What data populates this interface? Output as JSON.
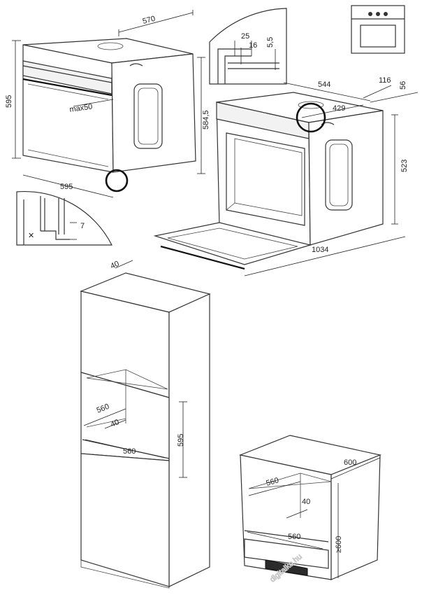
{
  "dimensions": {
    "oven_top_depth": "570",
    "oven_height": "595",
    "oven_width": "595",
    "oven_side_height": "584,5",
    "gap_max": "max50",
    "detail_25": "25",
    "detail_16": "16",
    "detail_5_5": "5,5",
    "detail_7": "7",
    "open_depth_544": "544",
    "open_116": "116",
    "open_56": "56",
    "open_429": "429",
    "open_523": "523",
    "open_1034": "1034",
    "column_40_top": "40",
    "column_560_depth": "560",
    "column_40_inner": "40",
    "column_560_width": "560",
    "column_595": "595",
    "under_600": "600",
    "under_560_depth": "560",
    "under_40": "40",
    "under_560_width": "560",
    "under_min600": "≥600"
  },
  "watermark": "digitalko.hu",
  "icon": "built-in-oven-icon"
}
